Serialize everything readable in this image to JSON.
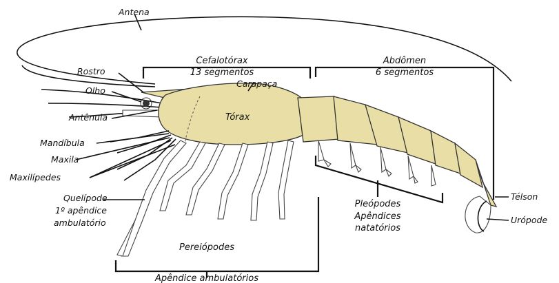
{
  "colors": {
    "body_fill": "#e9dfa6",
    "leg_fill": "#ffffff",
    "line": "#111111"
  },
  "labels": {
    "antena": "Antena",
    "cefalotorax_title": "Cefalotórax",
    "cefalotorax_sub": "13 segmentos",
    "abdomen_title": "Abdômen",
    "abdomen_sub": "6 segmentos",
    "rostro": "Rostro",
    "carapaca": "Carapaça",
    "olho": "Olho",
    "torax": "Tórax",
    "antenula": "Antênula",
    "mandibula": "Mandíbula",
    "maxila": "Maxila",
    "maxilipedes": "Maxilípedes",
    "quelipode_1": "Quelípode",
    "quelipode_2": "1º apêndice",
    "quelipode_3": "ambulatório",
    "pleopodes": "Pleópodes",
    "pleopodes_sub_1": "Apêndices",
    "pleopodes_sub_2": "natatórios",
    "telson": "Télson",
    "uropode": "Urópode",
    "pereiopodes": "Pereiópodes",
    "apendice_ambulatorios": "Apêndice ambulatórios"
  }
}
